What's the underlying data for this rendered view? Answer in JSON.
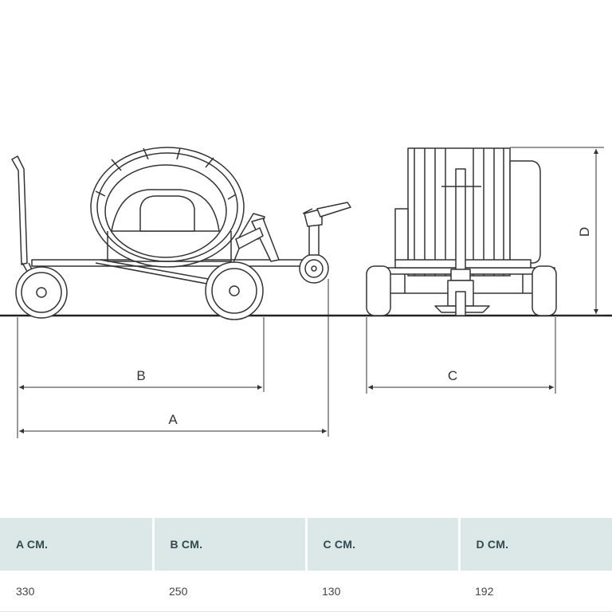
{
  "dimension_labels": {
    "a": "A",
    "b": "B",
    "c": "C",
    "d": "D"
  },
  "table": {
    "headers": [
      "A CM.",
      "B CM.",
      "C CM.",
      "D CM."
    ],
    "values": [
      "330",
      "250",
      "130",
      "192"
    ]
  },
  "colors": {
    "line": "#333333",
    "table_header_bg": "#dce7e7",
    "table_header_text": "#2f4a50"
  }
}
